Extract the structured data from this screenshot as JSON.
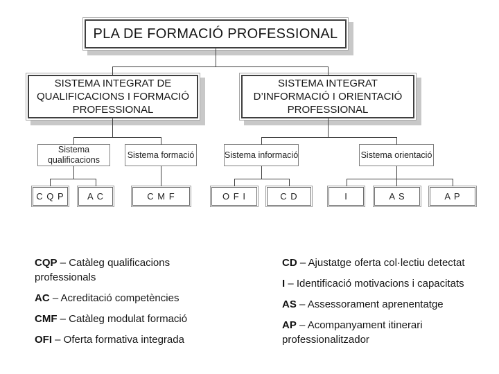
{
  "slide": {
    "kind": "organization-chart-slide",
    "colors": {
      "background": "#ffffff",
      "connector_line": "#404040",
      "box_border_dark": "#3f3f3f",
      "box_border_gray": "#7f7f7f",
      "box_shadow": "#c8c8c8",
      "text": "#1a1a1a"
    }
  },
  "tree": {
    "root": {
      "label": "PLA DE FORMACIÓ PROFESSIONAL"
    },
    "level2": [
      {
        "label": "SISTEMA INTEGRAT DE\nQUALIFICACIONS I FORMACIÓ\nPROFESSIONAL"
      },
      {
        "label": "SISTEMA INTEGRAT\nD’INFORMACIÓ I ORIENTACIÓ\nPROFESSIONAL"
      }
    ],
    "level3": [
      {
        "label": "Sistema\nqualificacions"
      },
      {
        "label": "Sistema formació"
      },
      {
        "label": "Sistema informació"
      },
      {
        "label": "Sistema orientació"
      }
    ],
    "level4": [
      {
        "label": "C Q P"
      },
      {
        "label": "A C"
      },
      {
        "label": "C M F"
      },
      {
        "label": "O F I"
      },
      {
        "label": "C D"
      },
      {
        "label": "I"
      },
      {
        "label": "A S"
      },
      {
        "label": "A P"
      }
    ]
  },
  "legend": {
    "left": [
      {
        "abbr": "CQP",
        "rest": "– Catàleg qualificacions professionals"
      },
      {
        "abbr": "AC",
        "rest": "– Acreditació competències"
      },
      {
        "abbr": "CMF",
        "rest": "– Catàleg modulat formació"
      },
      {
        "abbr": "OFI",
        "rest": "– Oferta formativa integrada"
      }
    ],
    "right": [
      {
        "abbr": "CD",
        "rest": "– Ajustatge oferta col·lectiu detectat"
      },
      {
        "abbr": "I",
        "rest": "– Identificació motivacions i capacitats"
      },
      {
        "abbr": "AS",
        "rest": "– Assessorament aprenentatge"
      },
      {
        "abbr": "AP",
        "rest": "– Acompanyament itinerari professionalitzador"
      }
    ]
  }
}
